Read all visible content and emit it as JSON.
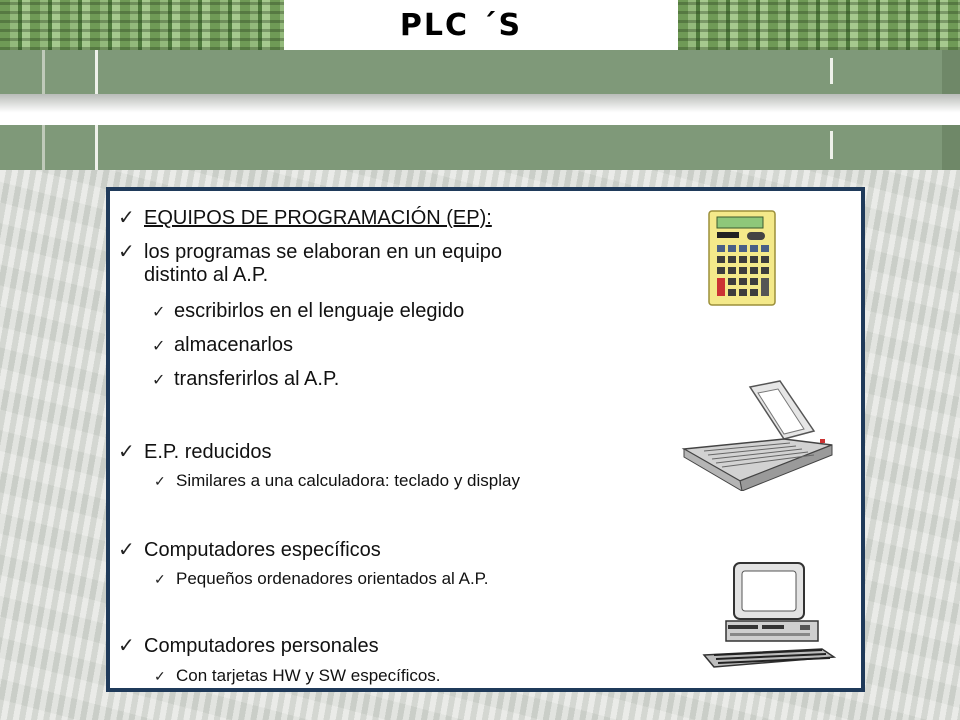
{
  "header": {
    "title": "PLC ´S"
  },
  "slide": {
    "items": [
      {
        "text": "EQUIPOS DE PROGRAMACIÓN (EP):"
      },
      {
        "text": "los programas se elaboran en un equipo",
        "cont": "distinto al A.P."
      },
      {
        "text": "escribirlos en el lenguaje elegido"
      },
      {
        "text": "almacenarlos"
      },
      {
        "text": "transferirlos al A.P."
      },
      {
        "text": "E.P. reducidos"
      },
      {
        "text": "Similares a una calculadora: teclado y display"
      },
      {
        "text": "Computadores específicos"
      },
      {
        "text": "Pequeños ordenadores orientados al A.P."
      },
      {
        "text": "Computadores personales"
      },
      {
        "text": "Con tarjetas HW y SW específicos."
      }
    ],
    "check_glyph": "✓"
  },
  "icons": [
    "calculator-icon",
    "laptop-icon",
    "desktop-computer-icon"
  ],
  "colors": {
    "panel_border": "#1f3a5a",
    "road": "#7f9979",
    "header_green": "#6f9a56"
  }
}
